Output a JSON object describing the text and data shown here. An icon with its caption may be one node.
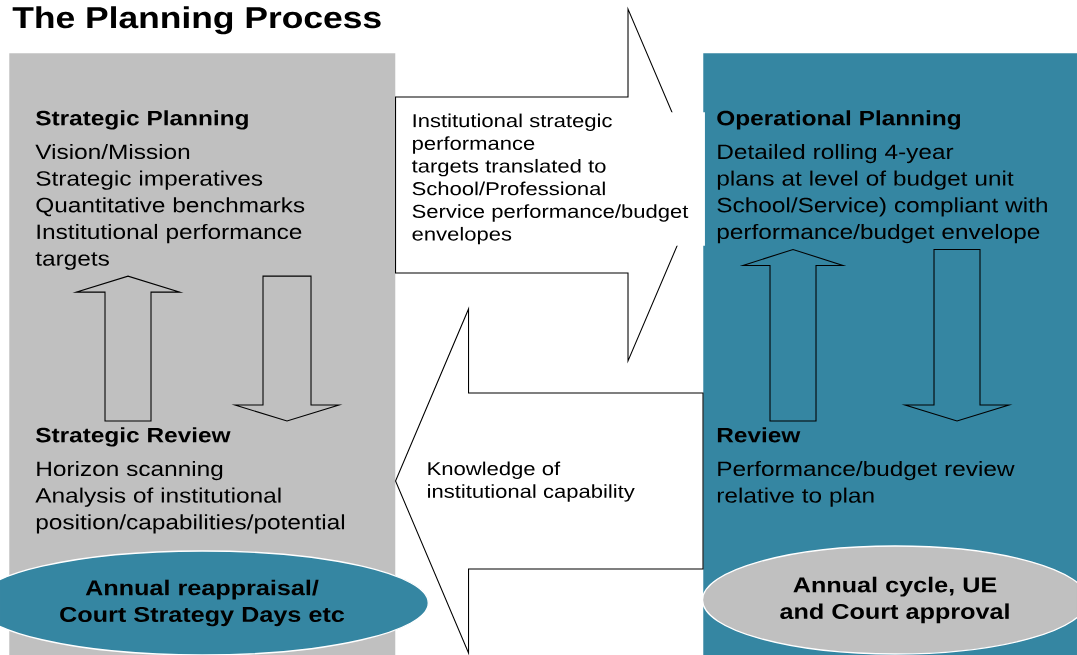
{
  "diagram": {
    "title": "The Planning Process",
    "nodes": [
      {
        "text": [],
        "shape": "box"
      },
      {
        "text": [
          "Strategic Planning",
          "Vision/Mission",
          "Strategic imperatives",
          "Quantitative benchmarks",
          "Institutional performance targets"
        ],
        "in": 0
      },
      {
        "text": [
          "Strategic Review",
          "Horizon scanning",
          "Analysis of institutional position/capabilities/potential"
        ],
        "in": 0
      },
      {
        "text": [
          "Annual reappraisal/ Court Strategy Days etc"
        ],
        "in": 0
      },
      {
        "text": [],
        "shape": "box"
      },
      {
        "text": [
          "Operational Planning",
          "Detailed rolling 4-year plans at level of budget unit School/Service) compliant with performance/budget envelope"
        ],
        "in": 4
      },
      {
        "text": [
          "Review",
          "Performance/budget review relative to plan"
        ],
        "in": 4
      },
      {
        "text": [
          "Annual cycle, UE and Court approval"
        ],
        "in": 4
      }
    ],
    "edges": [
      {
        "from": 0,
        "to": 4,
        "arrow": "to",
        "label": "Institutional strategic performance targets translated to School/Professional Service performance/budget envelopes"
      },
      {
        "from": 4,
        "to": 0,
        "arrow": "to",
        "label": "Knowledge of institutional capability"
      },
      {
        "from": 2,
        "to": 1,
        "arrow": "to"
      },
      {
        "from": 1,
        "to": 2,
        "arrow": "to"
      },
      {
        "from": 6,
        "to": 5,
        "arrow": "to"
      },
      {
        "from": 5,
        "to": 6,
        "arrow": "to"
      }
    ]
  }
}
